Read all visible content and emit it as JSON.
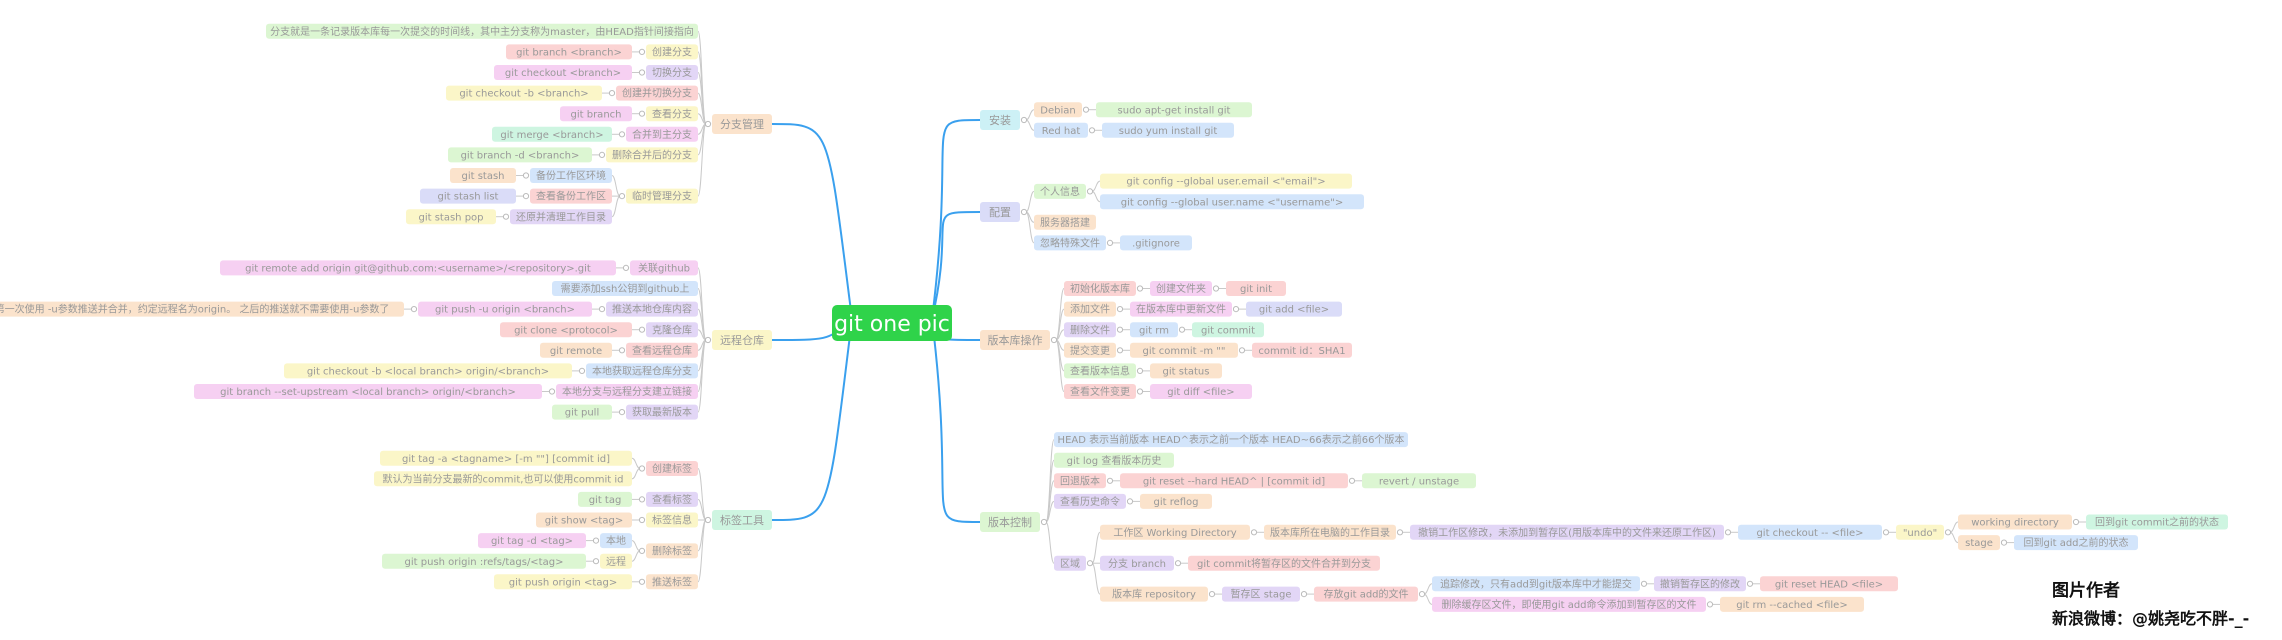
{
  "root": {
    "label": "git one pic"
  },
  "colors": {
    "root_bg": "#2fd34a",
    "root_text": "#ffffff",
    "edge": "#3aa0ee",
    "branch_edge": "#c9c9c9",
    "node_text": "#999999",
    "palette": {
      "red": "#fbd3d3",
      "pink": "#f6d0f2",
      "yellow": "#fbf6c8",
      "green": "#dcf6d2",
      "mint": "#cef5e1",
      "orange": "#fbe3cc",
      "purple": "#e2d6f6",
      "blue": "#d3e5fb",
      "lav": "#dadcf8",
      "cyan": "#cdf1f6"
    }
  },
  "credit": {
    "line1": "图片作者",
    "line2": "新浪微博：@姚尧吃不胖-_-"
  },
  "left": [
    {
      "id": "branch",
      "label": "分支管理",
      "color": "orange",
      "children": [
        {
          "label": "分支就是一条记录版本库每一次提交的时间线，其中主分支称为master，由HEAD指针间接指向",
          "color": "green"
        },
        {
          "label": "创建分支",
          "color": "yellow",
          "children": [
            {
              "label": "git branch <branch>",
              "color": "red"
            }
          ]
        },
        {
          "label": "切换分支",
          "color": "purple",
          "children": [
            {
              "label": "git checkout <branch>",
              "color": "pink"
            }
          ]
        },
        {
          "label": "创建并切换分支",
          "color": "red",
          "children": [
            {
              "label": "git checkout -b <branch>",
              "color": "yellow"
            }
          ]
        },
        {
          "label": "查看分支",
          "color": "yellow",
          "children": [
            {
              "label": "git branch",
              "color": "pink"
            }
          ]
        },
        {
          "label": "合并到主分支",
          "color": "pink",
          "children": [
            {
              "label": "git merge <branch>",
              "color": "mint"
            }
          ]
        },
        {
          "label": "删除合并后的分支",
          "color": "yellow",
          "children": [
            {
              "label": "git branch -d <branch>",
              "color": "green"
            }
          ]
        },
        {
          "label": "临时管理分支",
          "color": "yellow",
          "children": [
            {
              "label": "备份工作区环境",
              "color": "blue",
              "children": [
                {
                  "label": "git stash",
                  "color": "orange"
                }
              ]
            },
            {
              "label": "查看备份工作区",
              "color": "red",
              "children": [
                {
                  "label": "git stash list",
                  "color": "lav"
                }
              ]
            },
            {
              "label": "还原并清理工作目录",
              "color": "purple",
              "children": [
                {
                  "label": "git stash pop",
                  "color": "yellow"
                }
              ]
            }
          ]
        }
      ]
    },
    {
      "id": "remote",
      "label": "远程仓库",
      "color": "yellow",
      "children": [
        {
          "label": "关联github",
          "color": "pink",
          "children": [
            {
              "label": "git remote add origin git@github.com:<username>/<repository>.git",
              "color": "pink"
            }
          ]
        },
        {
          "label": "需要添加ssh公钥到github上",
          "color": "blue"
        },
        {
          "label": "推送本地仓库内容",
          "color": "purple",
          "children": [
            {
              "label": "git push -u origin <branch>",
              "color": "pink",
              "children": [
                {
                  "label": "第一次使用 -u参数推送并合并，约定远程名为origin。 之后的推送就不需要使用-u参数了",
                  "color": "orange"
                }
              ]
            }
          ]
        },
        {
          "label": "克隆仓库",
          "color": "purple",
          "children": [
            {
              "label": "git clone <protocol>",
              "color": "red"
            }
          ]
        },
        {
          "label": "查看远程仓库",
          "color": "red",
          "children": [
            {
              "label": "git remote",
              "color": "orange"
            }
          ]
        },
        {
          "label": "本地获取远程仓库分支",
          "color": "blue",
          "children": [
            {
              "label": "git checkout -b <local branch> origin/<branch>",
              "color": "yellow"
            }
          ]
        },
        {
          "label": "本地分支与远程分支建立链接",
          "color": "pink",
          "children": [
            {
              "label": "git branch --set-upstream <local branch> origin/<branch>",
              "color": "pink"
            }
          ]
        },
        {
          "label": "获取最新版本",
          "color": "purple",
          "children": [
            {
              "label": "git pull",
              "color": "green"
            }
          ]
        }
      ]
    },
    {
      "id": "tags",
      "label": "标签工具",
      "color": "mint",
      "children": [
        {
          "label": "创建标签",
          "color": "red",
          "children": [
            {
              "label": "git tag -a <tagname> [-m \"\"] [commit id]",
              "color": "yellow"
            },
            {
              "label": "默认为当前分支最新的commit,也可以使用commit id",
              "color": "yellow"
            }
          ]
        },
        {
          "label": "查看标签",
          "color": "purple",
          "children": [
            {
              "label": "git tag",
              "color": "green"
            }
          ]
        },
        {
          "label": "标签信息",
          "color": "yellow",
          "children": [
            {
              "label": "git show <tag>",
              "color": "orange"
            }
          ]
        },
        {
          "label": "删除标签",
          "color": "orange",
          "children": [
            {
              "label": "本地",
              "color": "blue",
              "children": [
                {
                  "label": "git tag -d <tag>",
                  "color": "pink"
                }
              ]
            },
            {
              "label": "远程",
              "color": "yellow",
              "children": [
                {
                  "label": "git push origin :refs/tags/<tag>",
                  "color": "green"
                }
              ]
            }
          ]
        },
        {
          "label": "推送标签",
          "color": "orange",
          "children": [
            {
              "label": "git push origin <tag>",
              "color": "yellow"
            }
          ]
        }
      ]
    }
  ],
  "right": [
    {
      "id": "install",
      "label": "安装",
      "color": "cyan",
      "children": [
        {
          "label": "Debian",
          "color": "orange",
          "children": [
            {
              "label": "sudo apt-get install git",
              "color": "green"
            }
          ]
        },
        {
          "label": "Red hat",
          "color": "blue",
          "children": [
            {
              "label": "sudo yum install git",
              "color": "blue"
            }
          ]
        }
      ]
    },
    {
      "id": "config",
      "label": "配置",
      "color": "lav",
      "children": [
        {
          "label": "个人信息",
          "color": "green",
          "children": [
            {
              "label": "git config --global user.email <\"email\">",
              "color": "yellow"
            },
            {
              "label": "git config --global user.name <\"username\">",
              "color": "blue"
            }
          ]
        },
        {
          "label": "服务器搭建",
          "color": "orange"
        },
        {
          "label": "忽略特殊文件",
          "color": "blue",
          "children": [
            {
              "label": ".gitignore",
              "color": "blue"
            }
          ]
        }
      ]
    },
    {
      "id": "repo",
      "label": "版本库操作",
      "color": "orange",
      "children": [
        {
          "label": "初始化版本库",
          "color": "red",
          "children": [
            {
              "label": "创建文件夹",
              "color": "pink",
              "children": [
                {
                  "label": "git init",
                  "color": "red"
                }
              ]
            }
          ]
        },
        {
          "label": "添加文件",
          "color": "orange",
          "children": [
            {
              "label": "在版本库中更新文件",
              "color": "pink",
              "children": [
                {
                  "label": "git add <file>",
                  "color": "lav"
                }
              ]
            }
          ]
        },
        {
          "label": "删除文件",
          "color": "purple",
          "children": [
            {
              "label": "git rm",
              "color": "blue",
              "children": [
                {
                  "label": "git commit",
                  "color": "mint"
                }
              ]
            }
          ]
        },
        {
          "label": "提交变更",
          "color": "orange",
          "children": [
            {
              "label": "git commit -m \"\"",
              "color": "orange",
              "children": [
                {
                  "label": "commit id：SHA1",
                  "color": "red"
                }
              ]
            }
          ]
        },
        {
          "label": "查看版本信息",
          "color": "green",
          "children": [
            {
              "label": "git status",
              "color": "orange"
            }
          ]
        },
        {
          "label": "查看文件变更",
          "color": "red",
          "children": [
            {
              "label": "git diff <file>",
              "color": "pink"
            }
          ]
        }
      ]
    },
    {
      "id": "version",
      "label": "版本控制",
      "color": "green",
      "children": [
        {
          "label": "HEAD 表示当前版本  HEAD^表示之前一个版本 HEAD~66表示之前66个版本",
          "color": "blue"
        },
        {
          "label": "git log 查看版本历史",
          "color": "green"
        },
        {
          "label": "回退版本",
          "color": "red",
          "children": [
            {
              "label": "git reset --hard HEAD^ | [commit id]",
              "color": "red",
              "children": [
                {
                  "label": "revert  / unstage",
                  "color": "green"
                }
              ]
            }
          ]
        },
        {
          "label": "查看历史命令",
          "color": "purple",
          "children": [
            {
              "label": "git reflog",
              "color": "orange"
            }
          ]
        },
        {
          "label": "区域",
          "color": "purple",
          "children": [
            {
              "label": "工作区 Working Directory",
              "color": "orange",
              "children": [
                {
                  "label": "版本库所在电脑的工作目录",
                  "color": "orange",
                  "children": [
                    {
                      "label": "撤销工作区修改，未添加到暂存区(用版本库中的文件来还原工作区)",
                      "color": "purple",
                      "children": [
                        {
                          "label": "git checkout -- <file>",
                          "color": "blue",
                          "children": [
                            {
                              "label": "\"undo\"",
                              "color": "yellow",
                              "children": [
                                {
                                  "label": "working directory",
                                  "color": "orange",
                                  "children": [
                                    {
                                      "label": "回到git commit之前的状态",
                                      "color": "mint"
                                    }
                                  ]
                                },
                                {
                                  "label": "stage",
                                  "color": "orange",
                                  "children": [
                                    {
                                      "label": "回到git add之前的状态",
                                      "color": "blue"
                                    }
                                  ]
                                }
                              ]
                            }
                          ]
                        }
                      ]
                    }
                  ]
                }
              ]
            },
            {
              "label": "分支 branch",
              "color": "purple",
              "children": [
                {
                  "label": "git commit将暂存区的文件合并到分支",
                  "color": "red"
                }
              ]
            },
            {
              "label": "版本库 repository",
              "color": "orange",
              "children": [
                {
                  "label": "暂存区 stage",
                  "color": "purple",
                  "children": [
                    {
                      "label": "存放git add的文件",
                      "color": "red",
                      "children": [
                        {
                          "label": "追踪修改，只有add到git版本库中才能提交",
                          "color": "blue",
                          "children": [
                            {
                              "label": "撤销暂存区的修改",
                              "color": "purple",
                              "children": [
                                {
                                  "label": "git reset HEAD <file>",
                                  "color": "red"
                                }
                              ]
                            }
                          ]
                        },
                        {
                          "label": "删除缓存区文件，即使用git add命令添加到暂存区的文件",
                          "color": "pink",
                          "children": [
                            {
                              "label": "git rm --cached <file>",
                              "color": "orange"
                            }
                          ]
                        }
                      ]
                    }
                  ]
                }
              ]
            }
          ]
        }
      ]
    }
  ]
}
